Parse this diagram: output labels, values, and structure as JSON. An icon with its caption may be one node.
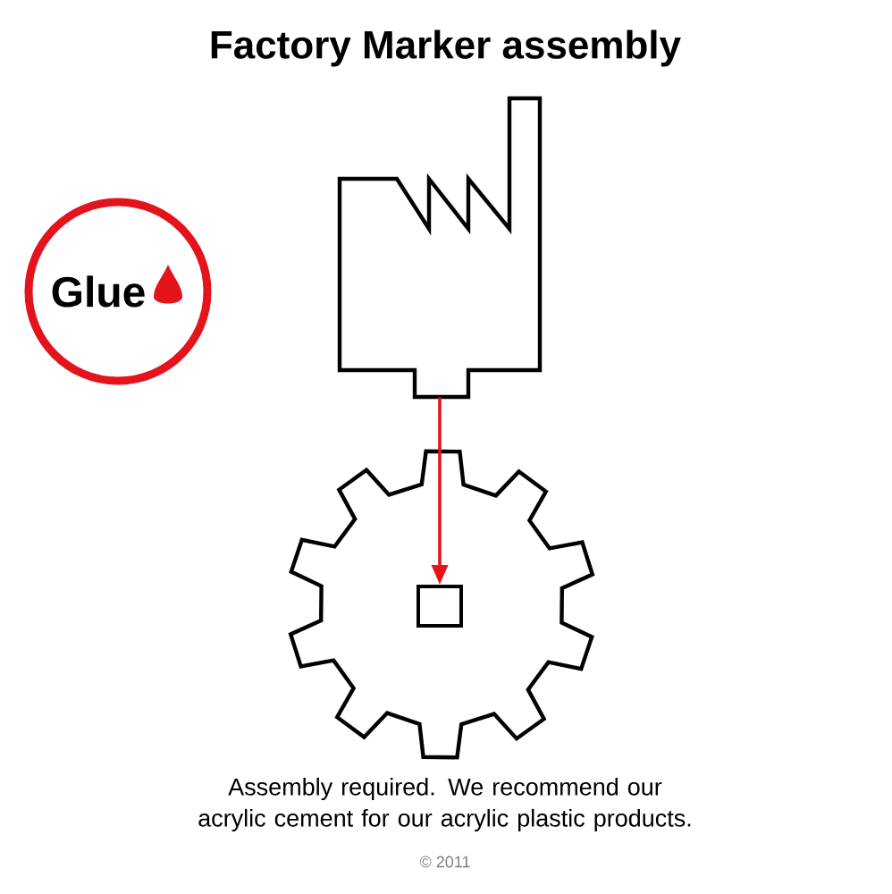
{
  "diagram": {
    "title": "Factory Marker assembly",
    "caption": "Assembly required. We recommend our acrylic cement for our acrylic plastic products.",
    "nodes": [
      {
        "text": [
          "Glue"
        ]
      },
      {
        "text": [],
        "shape": "factory"
      },
      {
        "text": [],
        "shape": "gear"
      },
      {
        "text": [],
        "shape": "box",
        "in": 2
      }
    ],
    "edges": [
      {
        "from": 1,
        "to": 3,
        "arrow": "to",
        "color": "#e3141b"
      }
    ],
    "labels": [
      "© 2011"
    ]
  }
}
